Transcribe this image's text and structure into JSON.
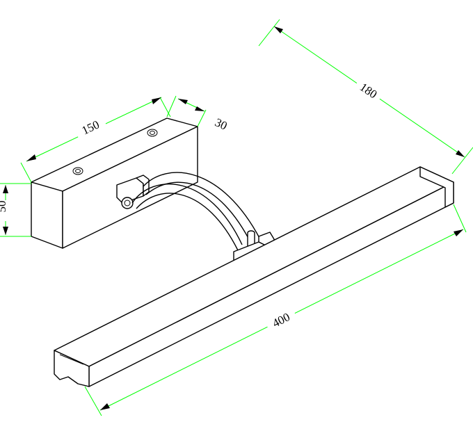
{
  "dimensions": {
    "width": "150",
    "depth": "30",
    "height": "50",
    "reach": "180",
    "length": "400"
  },
  "colors": {
    "dimension_line": "#00ff00",
    "outline": "#000000",
    "background": "#ffffff"
  }
}
